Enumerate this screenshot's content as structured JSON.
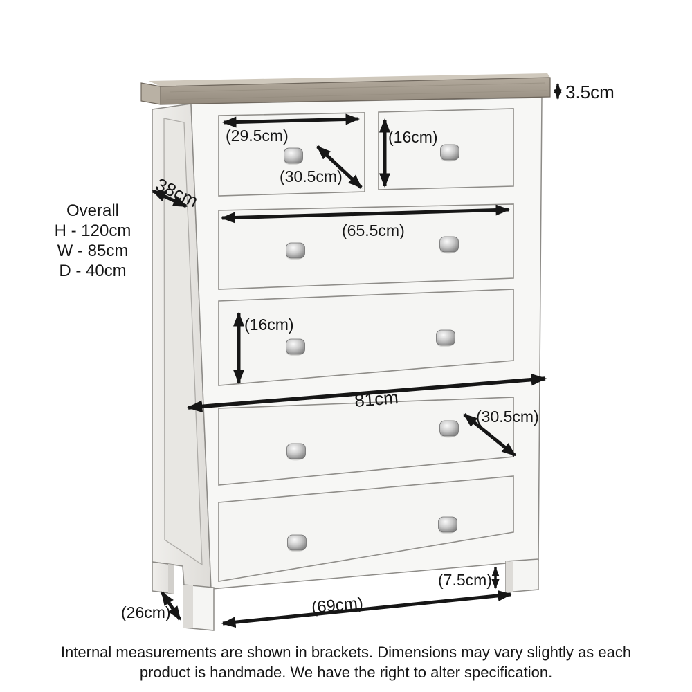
{
  "diagram": {
    "title_block": {
      "title": "Overall",
      "height": "H - 120cm",
      "width": "W - 85cm",
      "depth": "D - 40cm"
    },
    "dimensions": {
      "top_thickness": "3.5cm",
      "top_depth": "38cm",
      "top_left_drawer_width": "(29.5cm)",
      "top_left_drawer_diagonal": "(30.5cm)",
      "top_right_drawer_height": "(16cm)",
      "middle_drawer_width": "(65.5cm)",
      "lower_middle_drawer_height": "(16cm)",
      "total_width": "81cm",
      "fourth_drawer_diagonal": "(30.5cm)",
      "leg_height": "(7.5cm)",
      "base_width": "(69cm)",
      "leg_depth": "(26cm)"
    },
    "footer": {
      "line1": "Internal measurements are shown in brackets. Dimensions may vary slightly as each",
      "line2": "product is handmade. We have the right to alter specification."
    },
    "colors": {
      "wood_top": "#a49c90",
      "body_white": "#f6f6f4",
      "arrow_black": "#161616"
    }
  }
}
